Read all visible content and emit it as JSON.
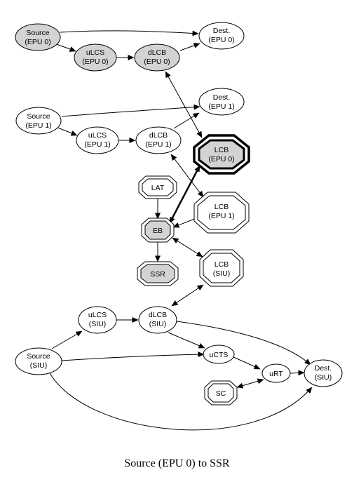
{
  "caption": "Source (EPU 0) to SSR",
  "colors": {
    "highlight_fill": "#d3d3d3",
    "node_fill": "#ffffff",
    "stroke": "#000000"
  },
  "nodes": {
    "src_epu0": [
      "Source",
      "(EPU 0)"
    ],
    "dest_epu0": [
      "Dest.",
      "(EPU 0)"
    ],
    "ulcs_epu0": [
      "uLCS",
      "(EPU 0)"
    ],
    "dlcb_epu0": [
      "dLCB",
      "(EPU 0)"
    ],
    "src_epu1": [
      "Source",
      "(EPU 1)"
    ],
    "dest_epu1": [
      "Dest.",
      "(EPU 1)"
    ],
    "ulcs_epu1": [
      "uLCS",
      "(EPU 1)"
    ],
    "dlcb_epu1": [
      "dLCB",
      "(EPU 1)"
    ],
    "lcb_epu0": [
      "LCB",
      "(EPU 0)"
    ],
    "lat": [
      "LAT"
    ],
    "lcb_epu1": [
      "LCB",
      "(EPU 1)"
    ],
    "eb": [
      "EB"
    ],
    "ssr": [
      "SSR"
    ],
    "lcb_siu": [
      "LCB",
      "(SIU)"
    ],
    "ulcs_siu": [
      "uLCS",
      "(SIU)"
    ],
    "dlcb_siu": [
      "dLCB",
      "(SIU)"
    ],
    "ucts": [
      "uCTS"
    ],
    "src_siu": [
      "Source",
      "(SIU)"
    ],
    "urt": [
      "uRT"
    ],
    "dest_siu": [
      "Dest.",
      "(SIU)"
    ],
    "sc": [
      "SC"
    ]
  }
}
